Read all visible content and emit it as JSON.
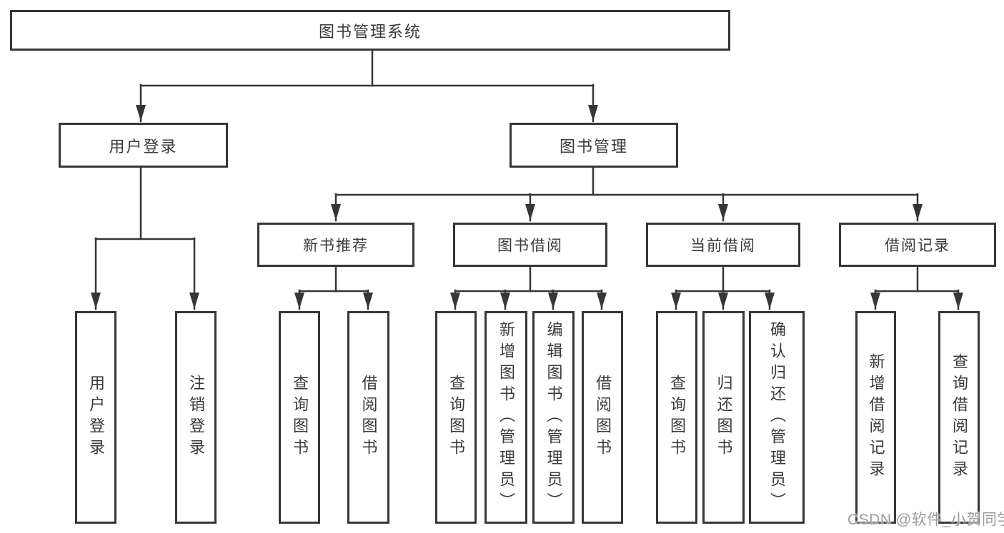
{
  "colors": {
    "background": "#ffffff",
    "line": "#363636",
    "box_border": "#363636",
    "text": "#3a3a3a",
    "watermark": "#9b9b9b"
  },
  "tree": {
    "root": "图书管理系统",
    "user_login": {
      "label": "用户登录",
      "children": [
        "用户登录",
        "注销登录"
      ]
    },
    "book_management": {
      "label": "图书管理",
      "sections": [
        {
          "label": "新书推荐",
          "children": [
            "查询图书",
            "借阅图书"
          ]
        },
        {
          "label": "图书借阅",
          "children": [
            "查询图书",
            "新增图书（管理员）",
            "编辑图书（管理员）",
            "借阅图书"
          ]
        },
        {
          "label": "当前借阅",
          "children": [
            "查询图书",
            "归还图书",
            "确认归还（管理员）"
          ]
        },
        {
          "label": "借阅记录",
          "children": [
            "新增借阅记录",
            "查询借阅记录"
          ]
        }
      ]
    }
  },
  "watermark": "CSDN @软件_小贺同学"
}
